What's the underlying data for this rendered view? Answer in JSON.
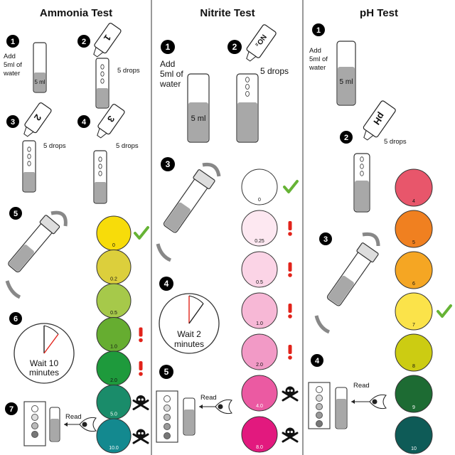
{
  "columns": {
    "ammonia": {
      "title": "Ammonia Test",
      "steps": {
        "s1": "1",
        "s2": "2",
        "s3": "3",
        "s4": "4",
        "s5": "5",
        "s6": "6",
        "s7": "7"
      },
      "add_water": [
        "Add",
        "5ml of",
        "water"
      ],
      "tube_volume": "5 ml",
      "drops_2": "5 drops",
      "drops_3": "5 drops",
      "drops_4": "5 drops",
      "bottle_1": "1",
      "bottle_2": "2",
      "bottle_3": "3",
      "wait": [
        "Wait 10",
        "minutes"
      ],
      "read": "Read",
      "swatches": [
        {
          "label": "0",
          "color": "#f7dc0a",
          "marker": "check"
        },
        {
          "label": "0.2",
          "color": "#dccf3c",
          "marker": ""
        },
        {
          "label": "0.5",
          "color": "#a6c94a",
          "marker": ""
        },
        {
          "label": "1.0",
          "color": "#66ad30",
          "marker": "exclaim"
        },
        {
          "label": "2.0",
          "color": "#1e9a3c",
          "marker": "exclaim"
        },
        {
          "label": "5.0",
          "color": "#1a8c6a",
          "marker": "skull"
        },
        {
          "label": "10.0",
          "color": "#13898f",
          "marker": "skull"
        }
      ]
    },
    "nitrite": {
      "title": "Nitrite Test",
      "steps": {
        "s1": "1",
        "s2": "2",
        "s3": "3",
        "s4": "4",
        "s5": "5"
      },
      "add_water": [
        "Add",
        "5ml of",
        "water"
      ],
      "tube_volume": "5 ml",
      "drops": "5 drops",
      "bottle": "NO₂",
      "wait": [
        "Wait 2",
        "minutes"
      ],
      "read": "Read",
      "swatches": [
        {
          "label": "0",
          "color": "#ffffff",
          "marker": "check"
        },
        {
          "label": "0.25",
          "color": "#fde8f1",
          "marker": "exclaim"
        },
        {
          "label": "0.5",
          "color": "#fbd4e6",
          "marker": "exclaim"
        },
        {
          "label": "1.0",
          "color": "#f7b8d6",
          "marker": "exclaim"
        },
        {
          "label": "2.0",
          "color": "#f29ac6",
          "marker": "exclaim"
        },
        {
          "label": "4.0",
          "color": "#eb5aa2",
          "marker": "skull"
        },
        {
          "label": "8.0",
          "color": "#e2197e",
          "marker": "skull"
        }
      ]
    },
    "ph": {
      "title": "pH Test",
      "steps": {
        "s1": "1",
        "s2": "2",
        "s3": "3",
        "s4": "4"
      },
      "add_water": [
        "Add",
        "5ml of",
        "water"
      ],
      "tube_volume": "5 ml",
      "drops": "5 drops",
      "bottle": "pH",
      "read": "Read",
      "swatches": [
        {
          "label": "4",
          "color": "#e8566b",
          "marker": ""
        },
        {
          "label": "5",
          "color": "#f08020",
          "marker": ""
        },
        {
          "label": "6",
          "color": "#f5a623",
          "marker": ""
        },
        {
          "label": "7",
          "color": "#fbe34a",
          "marker": "check"
        },
        {
          "label": "8",
          "color": "#cccc12",
          "marker": ""
        },
        {
          "label": "9",
          "color": "#1d6b33",
          "marker": ""
        },
        {
          "label": "10",
          "color": "#0e5b57",
          "marker": ""
        }
      ]
    }
  },
  "colors": {
    "water": "#a8a8a8",
    "check": "#66b335",
    "exclaim": "#e2231a",
    "divider": "#333333"
  }
}
